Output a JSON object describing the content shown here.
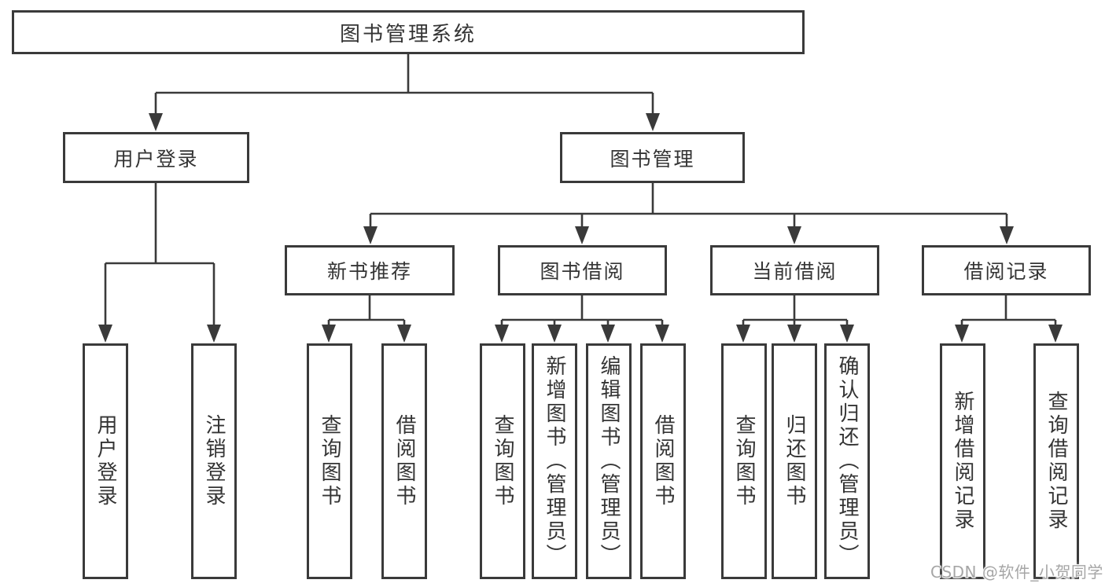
{
  "tree": {
    "root": {
      "label": "图书管理系统"
    },
    "user_branch": {
      "label": "用户登录",
      "children": [
        {
          "label": "用户登录"
        },
        {
          "label": "注销登录"
        }
      ]
    },
    "book_branch": {
      "label": "图书管理",
      "sections": [
        {
          "label": "新书推荐",
          "children": [
            {
              "label": "查询图书"
            },
            {
              "label": "借阅图书"
            }
          ]
        },
        {
          "label": "图书借阅",
          "children": [
            {
              "label": "查询图书"
            },
            {
              "label": "新增图书（管理员）"
            },
            {
              "label": "编辑图书（管理员）"
            },
            {
              "label": "借阅图书"
            }
          ]
        },
        {
          "label": "当前借阅",
          "children": [
            {
              "label": "查询图书"
            },
            {
              "label": "归还图书"
            },
            {
              "label": "确认归还（管理员）"
            }
          ]
        },
        {
          "label": "借阅记录",
          "children": [
            {
              "label": "新增借阅记录"
            },
            {
              "label": "查询借阅记录"
            }
          ]
        }
      ]
    }
  },
  "watermark": {
    "text": "CSDN @软件_小贺同学"
  },
  "colors": {
    "line": "#3a3a3a",
    "box_border": "#3a3a3a",
    "text": "#343434",
    "watermark": "#a6a6a6",
    "background": "#ffffff"
  }
}
